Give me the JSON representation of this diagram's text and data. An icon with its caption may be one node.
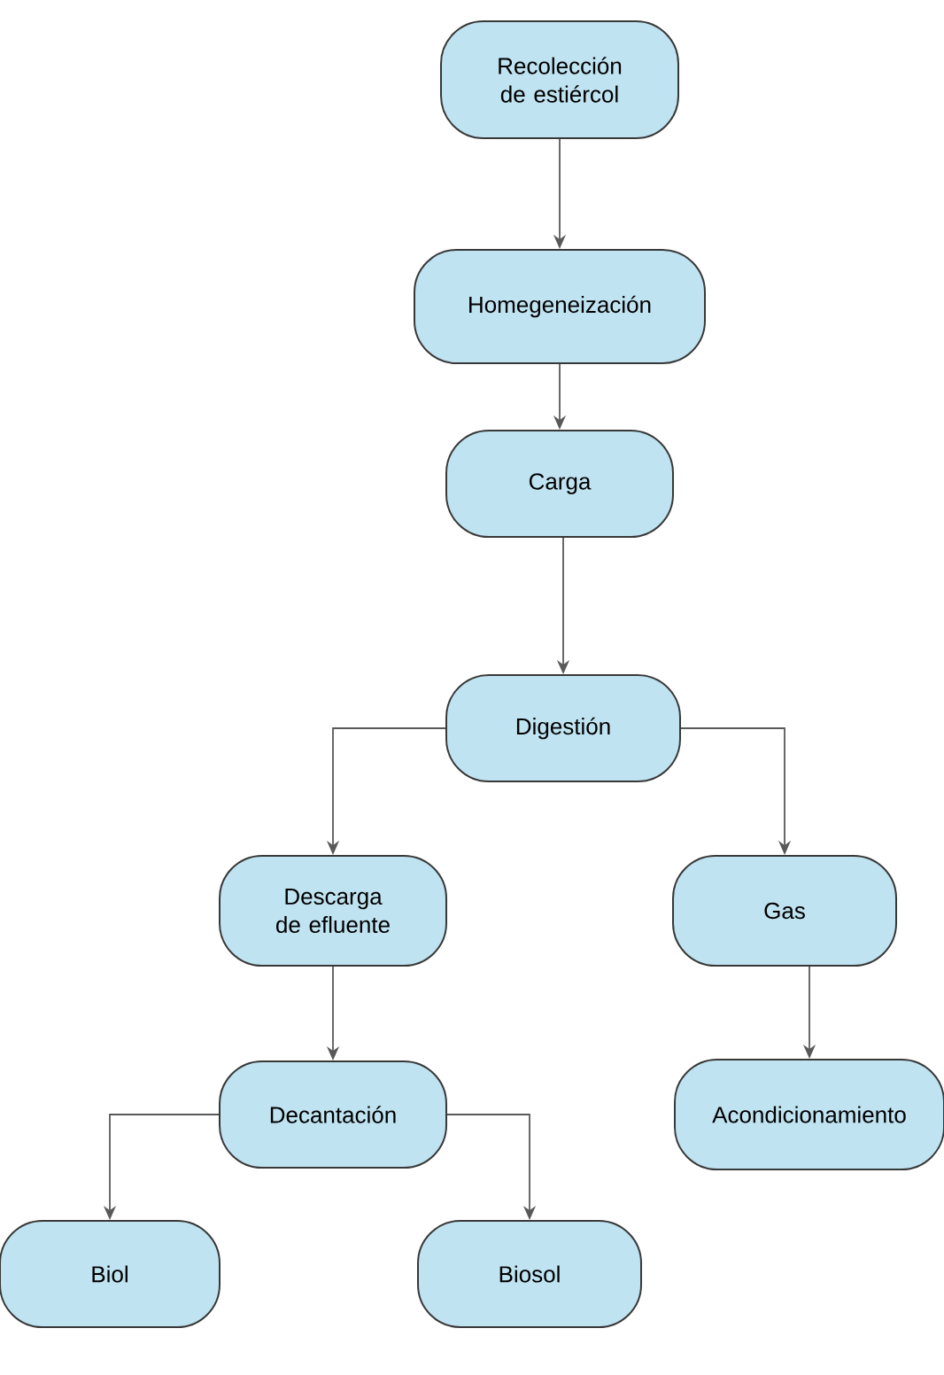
{
  "diagram": {
    "nodes": [
      {
        "text": [
          "Recolección de estiércol"
        ]
      },
      {
        "text": [
          "Homegeneización"
        ]
      },
      {
        "text": [
          "Carga"
        ]
      },
      {
        "text": [
          "Digestión"
        ]
      },
      {
        "text": [
          "Descarga de efluente"
        ]
      },
      {
        "text": [
          "Gas"
        ]
      },
      {
        "text": [
          "Decantación"
        ]
      },
      {
        "text": [
          "Acondicionamiento"
        ]
      },
      {
        "text": [
          "Biol"
        ]
      },
      {
        "text": [
          "Biosol"
        ]
      }
    ],
    "edges": [
      {
        "from": 0,
        "to": 1,
        "arrow": "to"
      },
      {
        "from": 1,
        "to": 2,
        "arrow": "to"
      },
      {
        "from": 2,
        "to": 3,
        "arrow": "to"
      },
      {
        "from": 3,
        "to": 4,
        "arrow": "to"
      },
      {
        "from": 3,
        "to": 5,
        "arrow": "to"
      },
      {
        "from": 4,
        "to": 6,
        "arrow": "to"
      },
      {
        "from": 5,
        "to": 7,
        "arrow": "to"
      },
      {
        "from": 6,
        "to": 8,
        "arrow": "to"
      },
      {
        "from": 6,
        "to": 9,
        "arrow": "to"
      }
    ]
  }
}
